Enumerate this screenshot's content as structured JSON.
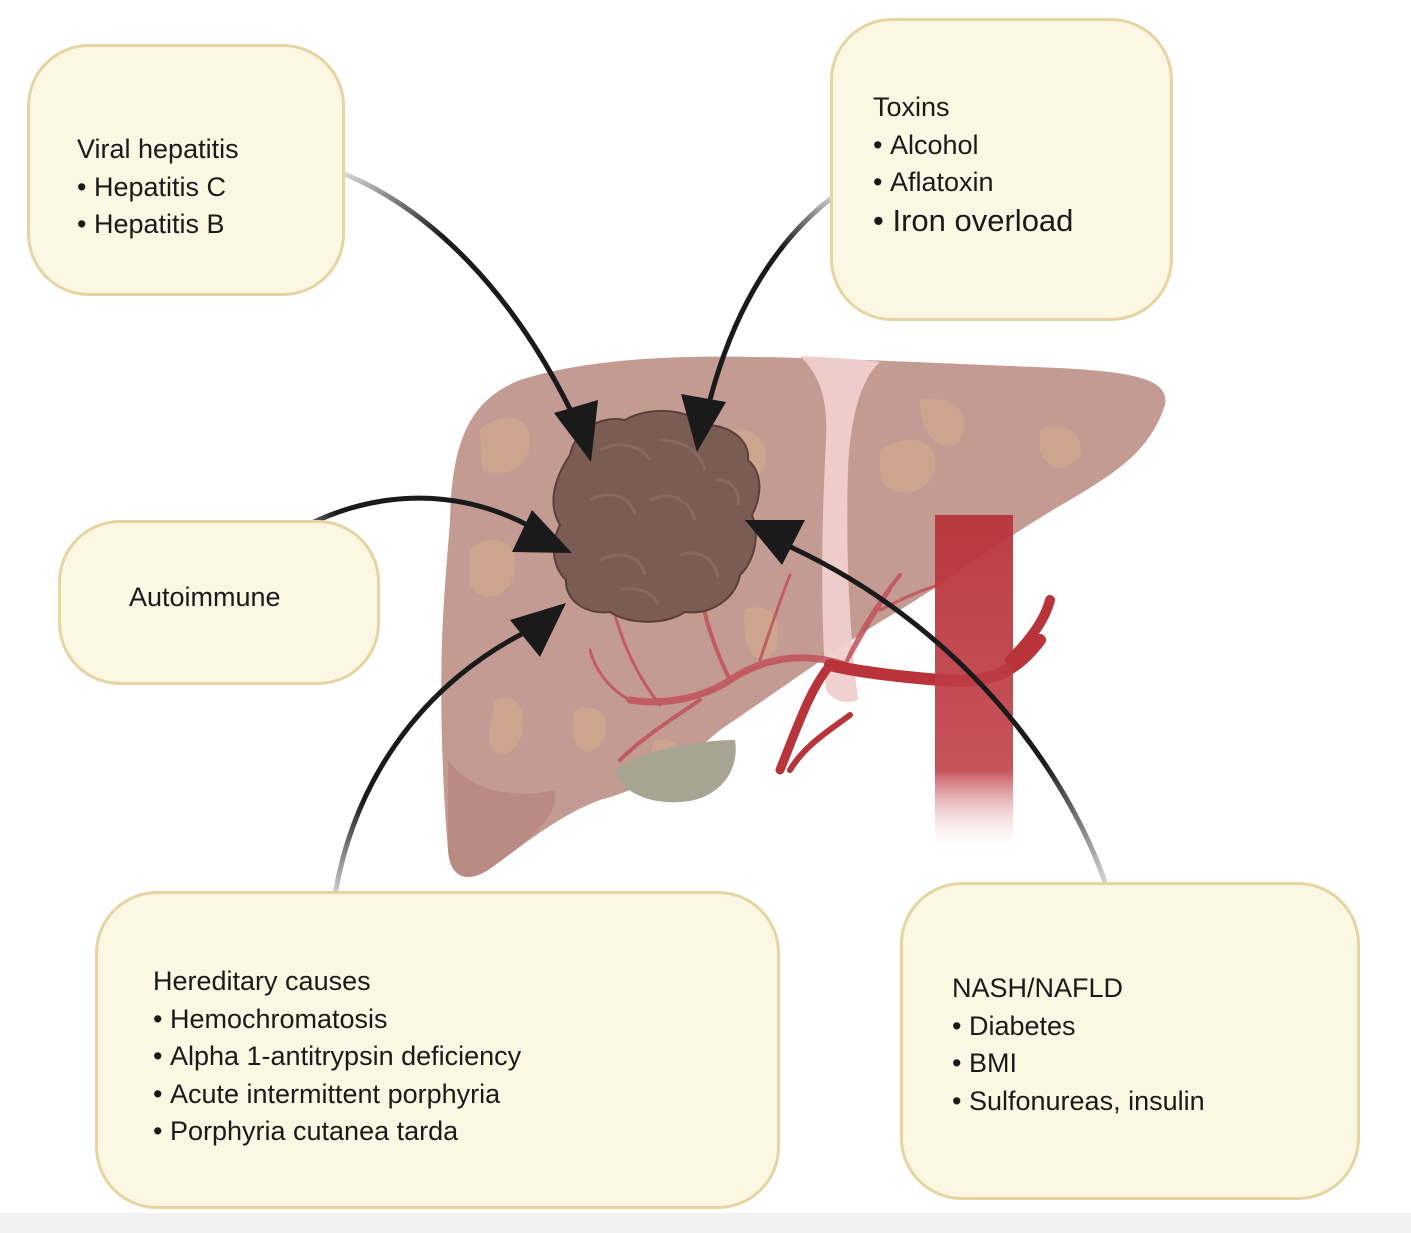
{
  "boxes": {
    "viral": {
      "title": "Viral hepatitis",
      "items": [
        "Hepatitis C",
        "Hepatitis B"
      ]
    },
    "toxins": {
      "title": "Toxins",
      "items": [
        "Alcohol",
        "Aflatoxin",
        "Iron overload"
      ]
    },
    "autoimmune": {
      "title": "Autoimmune"
    },
    "hereditary": {
      "title": "Hereditary causes",
      "items": [
        "Hemochromatosis",
        "Alpha 1-antitrypsin deficiency",
        "Acute intermittent porphyria",
        "Porphyria cutanea tarda"
      ]
    },
    "nash": {
      "title": "NASH/NAFLD",
      "items": [
        "Diabetes",
        "BMI",
        "Sulfonureas, insulin"
      ]
    }
  },
  "colors": {
    "box_fill": "#fbf7e3",
    "box_border": "#e6d5a3",
    "liver": "#c39b93",
    "tumor": "#7a5c54",
    "vessel": "#b8343a",
    "arrow": "#1a1a1a"
  }
}
